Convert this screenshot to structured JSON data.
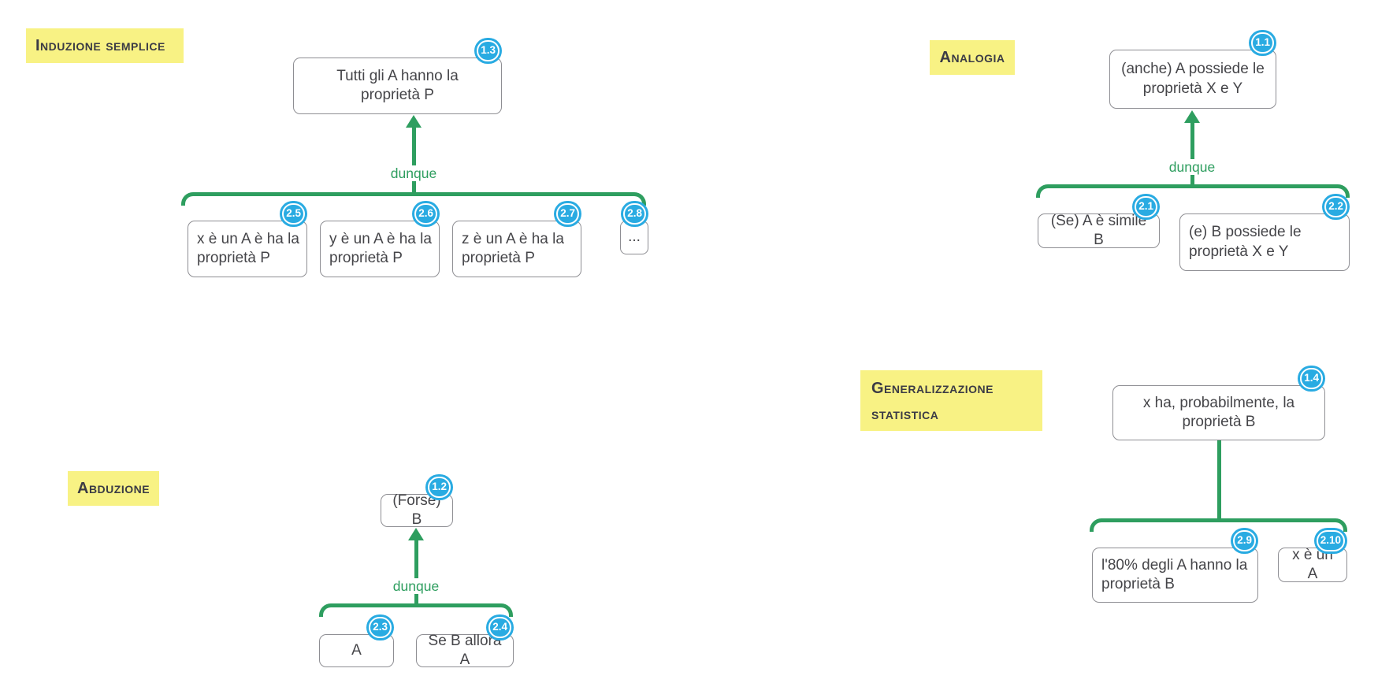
{
  "colors": {
    "accent_green": "#2e9e5f",
    "badge_cyan": "#29abe2",
    "label_yellow": "#f8f284",
    "box_border_gray": "#8e8e93",
    "box_text_gray": "#454549"
  },
  "sections": {
    "induzione_semplice": {
      "label": "Induzione semplice",
      "conclusion": {
        "badge": "1.3",
        "text": "Tutti gli A hanno la\nproprietà P"
      },
      "connector_label": "dunque",
      "premises": [
        {
          "badge": "2.5",
          "text": "x è un A è ha la\nproprietà P"
        },
        {
          "badge": "2.6",
          "text": "y è un A è ha la\nproprietà P"
        },
        {
          "badge": "2.7",
          "text": "z è un A è ha la\nproprietà P"
        },
        {
          "badge": "2.8",
          "text": "..."
        }
      ]
    },
    "analogia": {
      "label": "Analogia",
      "conclusion": {
        "badge": "1.1",
        "text": "(anche) A possiede le\nproprietà X e Y"
      },
      "connector_label": "dunque",
      "premises": [
        {
          "badge": "2.1",
          "text": "(Se) A è simile B"
        },
        {
          "badge": "2.2",
          "text": "(e) B possiede le\nproprietà X e Y"
        }
      ]
    },
    "generalizzazione_statistica": {
      "label": "Generalizzazione statistica",
      "conclusion": {
        "badge": "1.4",
        "text": "x ha, probabilmente, la\nproprietà B"
      },
      "connector_label": "",
      "premises": [
        {
          "badge": "2.9",
          "text": "l'80% degli A hanno la\nproprietà B"
        },
        {
          "badge": "2.10",
          "text": "x è un A"
        }
      ]
    },
    "abduzione": {
      "label": "Abduzione",
      "conclusion": {
        "badge": "1.2",
        "text": "(Forse) B"
      },
      "connector_label": "dunque",
      "premises": [
        {
          "badge": "2.3",
          "text": "A"
        },
        {
          "badge": "2.4",
          "text": "Se B allora A"
        }
      ]
    }
  }
}
